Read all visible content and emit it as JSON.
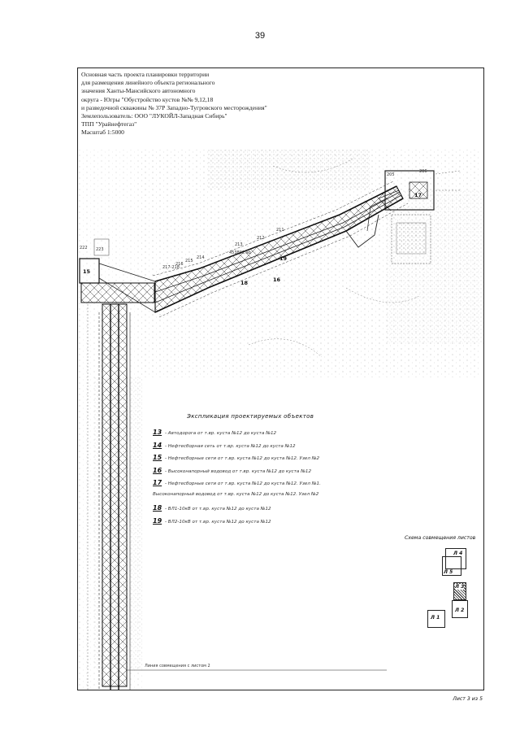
{
  "page": {
    "number": "39",
    "sheet_footer": "Лист 3 из 5"
  },
  "header": {
    "lines": [
      "Основная часть проекта планировки территории",
      "для размещения линейного объекта регионального",
      "значения Ханты-Мансийского автономного",
      "округа - Югры \"Обустройство кустов №№ 9,12,18",
      " и разведочной скважины № 37Р Западно-Тугровского месторождения\"",
      "Землепользователь: ООО \"ЛУКОЙЛ-Западная Сибирь\"",
      "ТПП \"Урайнефтегаз\"",
      "Масштаб 1:5000"
    ]
  },
  "legend": {
    "title": "Экспликация проектируемых объектов",
    "items": [
      {
        "num": "13",
        "text": "- Автодорога от т.вр. куста №12 до куста №12"
      },
      {
        "num": "14",
        "text": "- Нефтесборная сеть от т.вр. куста №12 до куста №12"
      },
      {
        "num": "15",
        "text": "- Нефтесборные сети от т.вр. куста №12 до куста №12. Узел №2"
      },
      {
        "num": "16",
        "text": "- Высоконапорный водовод от т.вр. куста №12 до куста №12"
      },
      {
        "num": "17",
        "text": "- Нефтесборные сети от т.вр. куста №12 до куста №12. Узел №1."
      },
      {
        "num": "",
        "text": "Высоконапорный водовод от т.вр. куста №12 до куста №12. Узел №2"
      },
      {
        "num": "18",
        "text": "- ВЛ1-10кВ от т.вр. куста №12 до куста №12"
      },
      {
        "num": "19",
        "text": "- ВЛ2-10кВ от т.вр. куста №12 до куста №12"
      }
    ]
  },
  "scheme": {
    "title": "Схема совмещения листов",
    "sheets": [
      "Л 4",
      "Л 5",
      "Л 3",
      "Л 2",
      "Л 1"
    ]
  },
  "map": {
    "align_label": "Линия совмещения с листом 2",
    "labels": [
      "205",
      "206",
      "17",
      "211",
      "212",
      "213",
      "214",
      "215",
      "216",
      "217-218",
      "222",
      "223",
      "15",
      "16",
      "18",
      "19",
      "453802.ab"
    ]
  }
}
